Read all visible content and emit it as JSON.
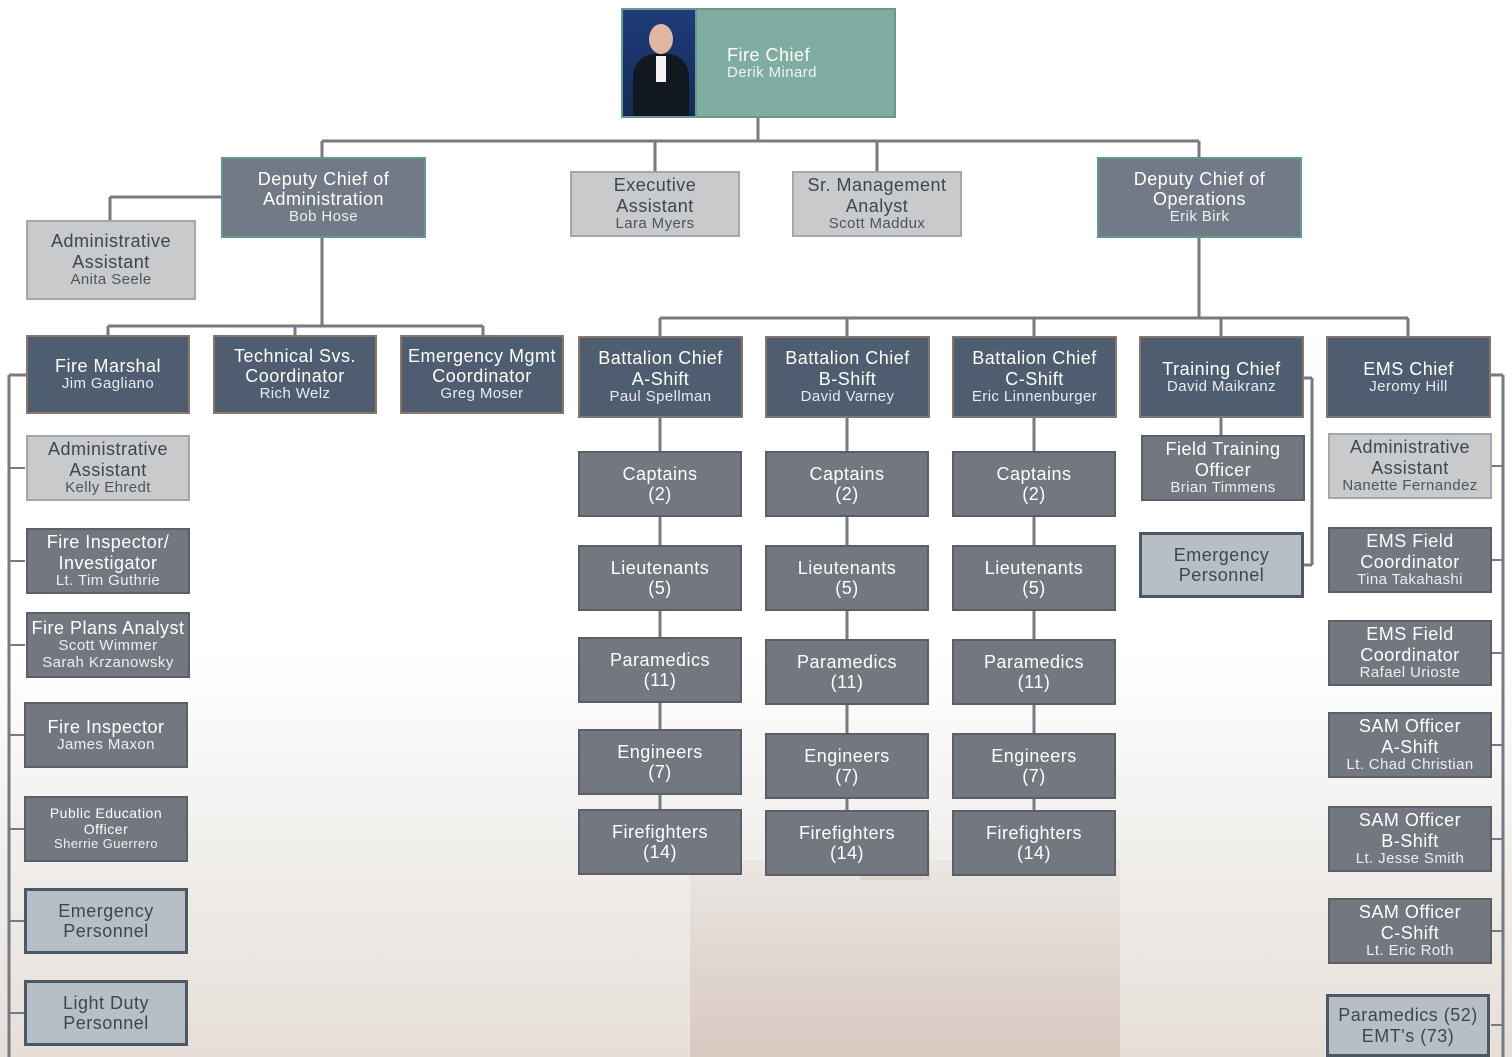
{
  "colors": {
    "line": "#767a82",
    "dark": "#4f5d70",
    "light": "#c8cacc",
    "mid": "#737780",
    "teal": "#7fada2"
  },
  "nodes": [
    {
      "id": "fire-chief",
      "style": "teal",
      "title": [
        "Fire Chief"
      ],
      "names": [
        "Derik Minard"
      ],
      "interactable": true
    },
    {
      "id": "deputy-admin",
      "style": "slate",
      "title": [
        "Deputy Chief of",
        "Administration"
      ],
      "names": [
        "Bob Hose"
      ],
      "interactable": true
    },
    {
      "id": "exec-assistant",
      "style": "light",
      "title": [
        "Executive",
        "Assistant"
      ],
      "names": [
        "Lara Myers"
      ],
      "interactable": true
    },
    {
      "id": "sr-mgmt",
      "style": "light",
      "title": [
        "Sr. Management",
        "Analyst"
      ],
      "names": [
        "Scott Maddux"
      ],
      "interactable": true
    },
    {
      "id": "deputy-ops",
      "style": "slate",
      "title": [
        "Deputy Chief of",
        "Operations"
      ],
      "names": [
        "Erik Birk"
      ],
      "interactable": true
    },
    {
      "id": "admin-asst-anita",
      "style": "light",
      "title": [
        "Administrative",
        "Assistant"
      ],
      "names": [
        "Anita Seele"
      ],
      "interactable": true
    },
    {
      "id": "fire-marshal",
      "style": "dark",
      "title": [
        "Fire Marshal"
      ],
      "names": [
        "Jim Gagliano"
      ],
      "interactable": true
    },
    {
      "id": "tech-svs",
      "style": "dark",
      "title": [
        "Technical Svs.",
        "Coordinator"
      ],
      "names": [
        "Rich Welz"
      ],
      "interactable": true
    },
    {
      "id": "em-mgmt",
      "style": "dark",
      "title": [
        "Emergency Mgmt",
        "Coordinator"
      ],
      "names": [
        "Greg Moser"
      ],
      "interactable": true
    },
    {
      "id": "bc-a",
      "style": "dark",
      "title": [
        "Battalion Chief",
        "A-Shift"
      ],
      "names": [
        "Paul Spellman"
      ],
      "interactable": true
    },
    {
      "id": "bc-b",
      "style": "dark",
      "title": [
        "Battalion Chief",
        "B-Shift"
      ],
      "names": [
        "David Varney"
      ],
      "interactable": true
    },
    {
      "id": "bc-c",
      "style": "dark",
      "title": [
        "Battalion Chief",
        "C-Shift"
      ],
      "names": [
        "Eric Linnenburger"
      ],
      "interactable": true
    },
    {
      "id": "training-chief",
      "style": "dark",
      "title": [
        "Training Chief"
      ],
      "names": [
        "David Maikranz"
      ],
      "interactable": true
    },
    {
      "id": "ems-chief",
      "style": "dark",
      "title": [
        "EMS Chief"
      ],
      "names": [
        "Jeromy Hill"
      ],
      "interactable": true
    },
    {
      "id": "admin-asst-kelly",
      "style": "light",
      "title": [
        "Administrative",
        "Assistant"
      ],
      "names": [
        "Kelly Ehredt"
      ],
      "interactable": true
    },
    {
      "id": "fire-inspector-investigator",
      "style": "mid",
      "title": [
        "Fire Inspector/",
        "Investigator"
      ],
      "names": [
        "Lt. Tim Guthrie"
      ],
      "interactable": true
    },
    {
      "id": "fire-plans",
      "style": "mid",
      "title": [
        "Fire Plans Analyst"
      ],
      "names": [
        "Scott Wimmer",
        "Sarah Krzanowsky"
      ],
      "interactable": true
    },
    {
      "id": "fire-inspector",
      "style": "mid",
      "title": [
        "Fire Inspector"
      ],
      "names": [
        "James Maxon"
      ],
      "interactable": true
    },
    {
      "id": "public-ed",
      "style": "mid",
      "small": true,
      "title": [
        "Public Education",
        "Officer"
      ],
      "names": [
        "Sherrie Guerrero"
      ],
      "interactable": true
    },
    {
      "id": "emergency-personnel-left",
      "style": "ep",
      "title": [
        "Emergency",
        "Personnel"
      ],
      "names": [],
      "interactable": true
    },
    {
      "id": "light-duty",
      "style": "ep",
      "title": [
        "Light Duty",
        "Personnel"
      ],
      "names": [],
      "interactable": true
    },
    {
      "id": "a-captains",
      "style": "mid",
      "title": [
        "Captains",
        "(2)"
      ],
      "names": [],
      "interactable": true
    },
    {
      "id": "a-lieutenants",
      "style": "mid",
      "title": [
        "Lieutenants",
        "(5)"
      ],
      "names": [],
      "interactable": true
    },
    {
      "id": "a-paramedics",
      "style": "mid",
      "title": [
        "Paramedics",
        "(11)"
      ],
      "names": [],
      "interactable": true
    },
    {
      "id": "a-engineers",
      "style": "mid",
      "title": [
        "Engineers",
        "(7)"
      ],
      "names": [],
      "interactable": true
    },
    {
      "id": "a-firefighters",
      "style": "mid",
      "title": [
        "Firefighters",
        "(14)"
      ],
      "names": [],
      "interactable": true
    },
    {
      "id": "b-captains",
      "style": "mid",
      "title": [
        "Captains",
        "(2)"
      ],
      "names": [],
      "interactable": true
    },
    {
      "id": "b-lieutenants",
      "style": "mid",
      "title": [
        "Lieutenants",
        "(5)"
      ],
      "names": [],
      "interactable": true
    },
    {
      "id": "b-paramedics",
      "style": "mid",
      "title": [
        "Paramedics",
        "(11)"
      ],
      "names": [],
      "interactable": true
    },
    {
      "id": "b-engineers",
      "style": "mid",
      "title": [
        "Engineers",
        "(7)"
      ],
      "names": [],
      "interactable": true
    },
    {
      "id": "b-firefighters",
      "style": "mid",
      "title": [
        "Firefighters",
        "(14)"
      ],
      "names": [],
      "interactable": true
    },
    {
      "id": "c-captains",
      "style": "mid",
      "title": [
        "Captains",
        "(2)"
      ],
      "names": [],
      "interactable": true
    },
    {
      "id": "c-lieutenants",
      "style": "mid",
      "title": [
        "Lieutenants",
        "(5)"
      ],
      "names": [],
      "interactable": true
    },
    {
      "id": "c-paramedics",
      "style": "mid",
      "title": [
        "Paramedics",
        "(11)"
      ],
      "names": [],
      "interactable": true
    },
    {
      "id": "c-engineers",
      "style": "mid",
      "title": [
        "Engineers",
        "(7)"
      ],
      "names": [],
      "interactable": true
    },
    {
      "id": "c-firefighters",
      "style": "mid",
      "title": [
        "Firefighters",
        "(14)"
      ],
      "names": [],
      "interactable": true
    },
    {
      "id": "field-training",
      "style": "mid",
      "title": [
        "Field Training",
        "Officer"
      ],
      "names": [
        "Brian Timmens"
      ],
      "interactable": true
    },
    {
      "id": "emergency-personnel-training",
      "style": "ep",
      "title": [
        "Emergency",
        "Personnel"
      ],
      "names": [],
      "interactable": true
    },
    {
      "id": "admin-asst-nanette",
      "style": "light",
      "title": [
        "Administrative",
        "Assistant"
      ],
      "names": [
        "Nanette Fernandez"
      ],
      "interactable": true
    },
    {
      "id": "ems-field-tina",
      "style": "mid",
      "title": [
        "EMS Field",
        "Coordinator"
      ],
      "names": [
        "Tina Takahashi"
      ],
      "interactable": true
    },
    {
      "id": "ems-field-rafael",
      "style": "mid",
      "title": [
        "EMS Field",
        "Coordinator"
      ],
      "names": [
        "Rafael Urioste"
      ],
      "interactable": true
    },
    {
      "id": "sam-a",
      "style": "mid",
      "title": [
        "SAM Officer",
        "A-Shift"
      ],
      "names": [
        "Lt. Chad Christian"
      ],
      "interactable": true
    },
    {
      "id": "sam-b",
      "style": "mid",
      "title": [
        "SAM Officer",
        "B-Shift"
      ],
      "names": [
        "Lt. Jesse Smith"
      ],
      "interactable": true
    },
    {
      "id": "sam-c",
      "style": "mid",
      "title": [
        "SAM Officer",
        "C-Shift"
      ],
      "names": [
        "Lt. Eric Roth"
      ],
      "interactable": true
    },
    {
      "id": "ems-staff",
      "style": "ep",
      "title": [
        "Paramedics (52)",
        "EMT's (73)"
      ],
      "names": [],
      "interactable": true
    }
  ]
}
